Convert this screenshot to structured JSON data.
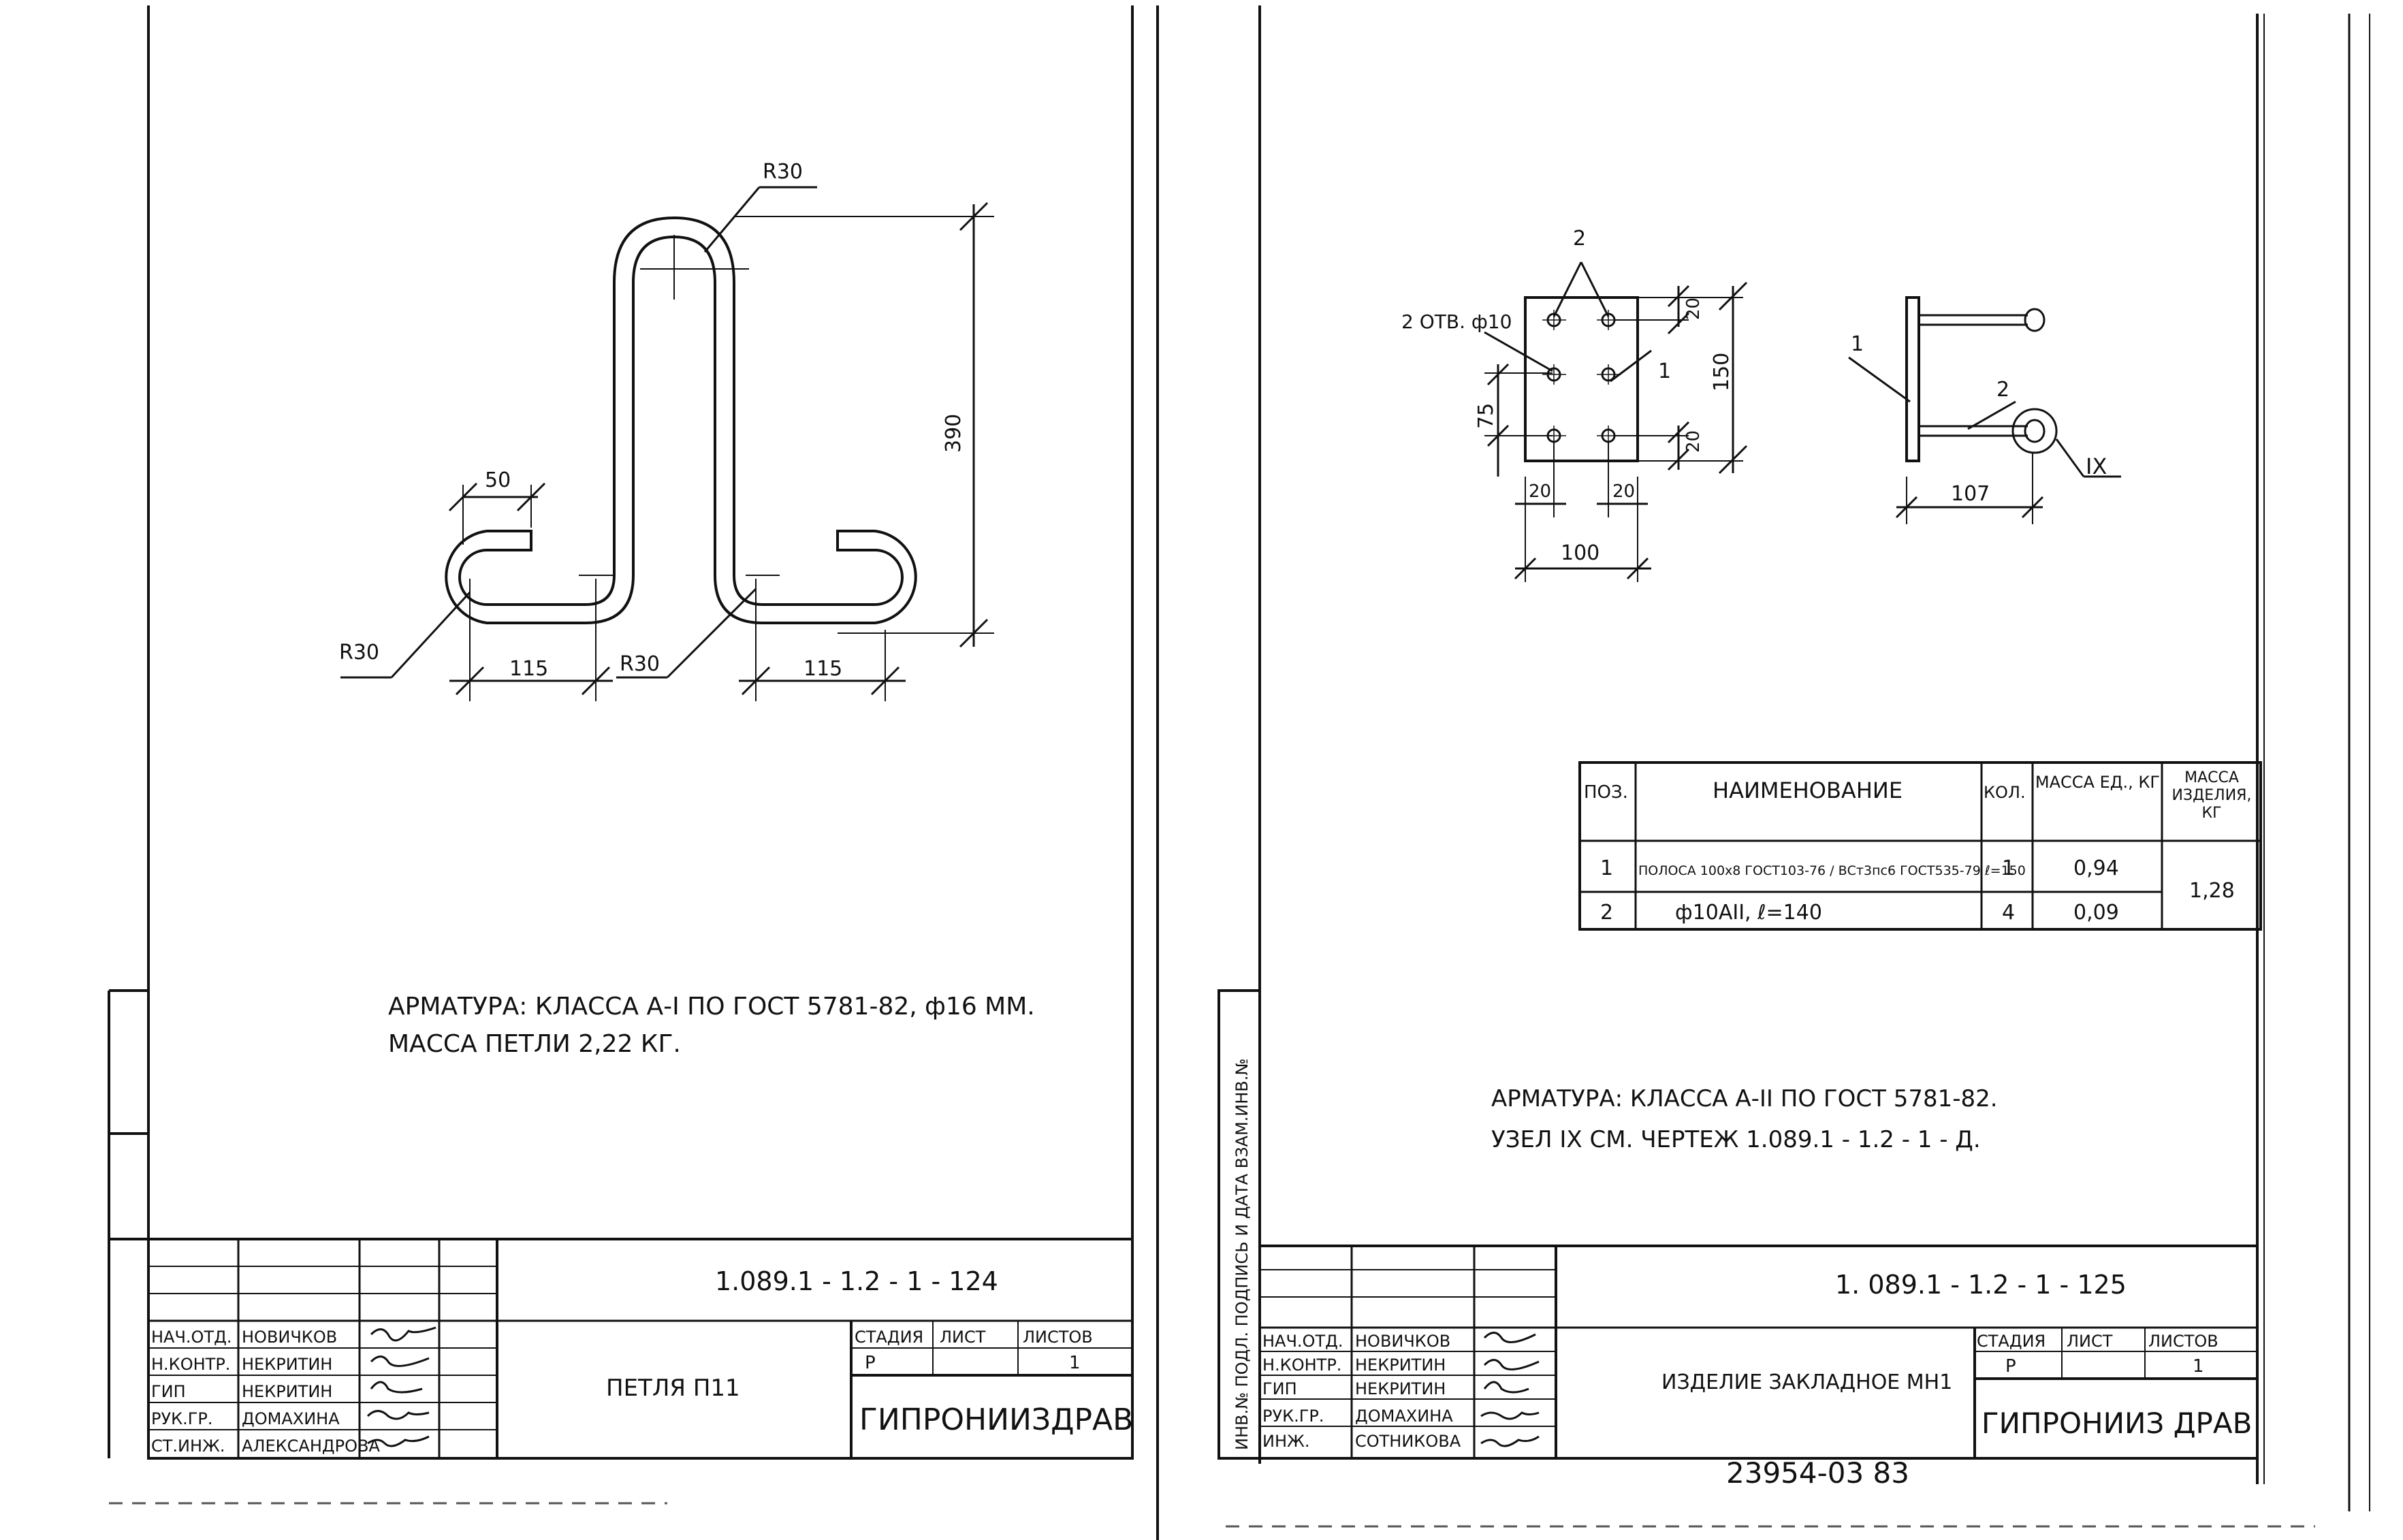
{
  "sheet1": {
    "dims": {
      "r_top": "R30",
      "r_left": "R30",
      "r_mid": "R30",
      "d50": "50",
      "d390": "390",
      "d115a": "115",
      "d115b": "115"
    },
    "note_line1": "АРМАТУРА: КЛАССА А-I  ПО ГОСТ 5781-82, ф16 ММ.",
    "note_line2": "МАССА  ПЕТЛИ  2,22 КГ.",
    "doc_code": "1.089.1 - 1.2 - 1 - 124",
    "title": "ПЕТЛЯ П11",
    "stage_headers": [
      "СТАДИЯ",
      "ЛИСТ",
      "ЛИСТОВ"
    ],
    "stage_values": [
      "Р",
      "",
      "1"
    ],
    "org": "ГИПРОНИИЗДРАВ",
    "staff": [
      {
        "role": "НАЧ.ОТД.",
        "name": "НОВИЧКОВ"
      },
      {
        "role": "Н.КОНТР.",
        "name": "НЕКРИТИН"
      },
      {
        "role": "ГИП",
        "name": "НЕКРИТИН"
      },
      {
        "role": "РУК.ГР.",
        "name": "ДОМАХИНА"
      },
      {
        "role": "СТ.ИНЖ.",
        "name": "АЛЕКСАНДРОВА"
      }
    ]
  },
  "sheet2": {
    "dims": {
      "holes": "2 ОТВ. ф10",
      "c2": "2",
      "c1": "1",
      "d20t": "20",
      "d150": "150",
      "d75": "75",
      "d20b": "20",
      "d20l": "20",
      "d20r": "20",
      "d100": "100",
      "s1": "1",
      "s2": "2",
      "d107": "107",
      "node": "IX"
    },
    "spec_headers": [
      "ПОЗ.",
      "НАИМЕНОВАНИЕ",
      "КОЛ.",
      "МАССА ЕД., КГ",
      "МАССА ИЗДЕЛИЯ, КГ"
    ],
    "spec_rows": [
      {
        "pos": "1",
        "name": "ПОЛОСА 100х8 ГОСТ103-76 / ВСт3пс6 ГОСТ535-79  ℓ=150",
        "qty": "1",
        "unit": "0,94"
      },
      {
        "pos": "2",
        "name": "ф10АII,   ℓ=140",
        "qty": "4",
        "unit": "0,09"
      }
    ],
    "total_mass": "1,28",
    "note_line1": "АРМАТУРА:  КЛАССА  А-II  ПО ГОСТ 5781-82.",
    "note_line2": "УЗЕЛ  IX  СМ. ЧЕРТЕЖ   1.089.1 - 1.2 - 1 - Д.",
    "doc_code": "1. 089.1 - 1.2 - 1 - 125",
    "title": "ИЗДЕЛИЕ ЗАКЛАДНОЕ МН1",
    "stage_headers": [
      "СТАДИЯ",
      "ЛИСТ",
      "ЛИСТОВ"
    ],
    "stage_values": [
      "Р",
      "",
      "1"
    ],
    "org": "ГИПРОНИИЗ ДРАВ",
    "staff": [
      {
        "role": "НАЧ.ОТД.",
        "name": "НОВИЧКОВ"
      },
      {
        "role": "Н.КОНТР.",
        "name": "НЕКРИТИН"
      },
      {
        "role": "ГИП",
        "name": "НЕКРИТИН"
      },
      {
        "role": "РУК.ГР.",
        "name": "ДОМАХИНА"
      },
      {
        "role": "ИНЖ.",
        "name": "СОТНИКОВА"
      }
    ],
    "margin_stamp": "ИНВ.№ ПОДЛ.  ПОДПИСЬ И ДАТА  ВЗАМ.ИНВ.№"
  },
  "archive_number": "23954-03   83"
}
